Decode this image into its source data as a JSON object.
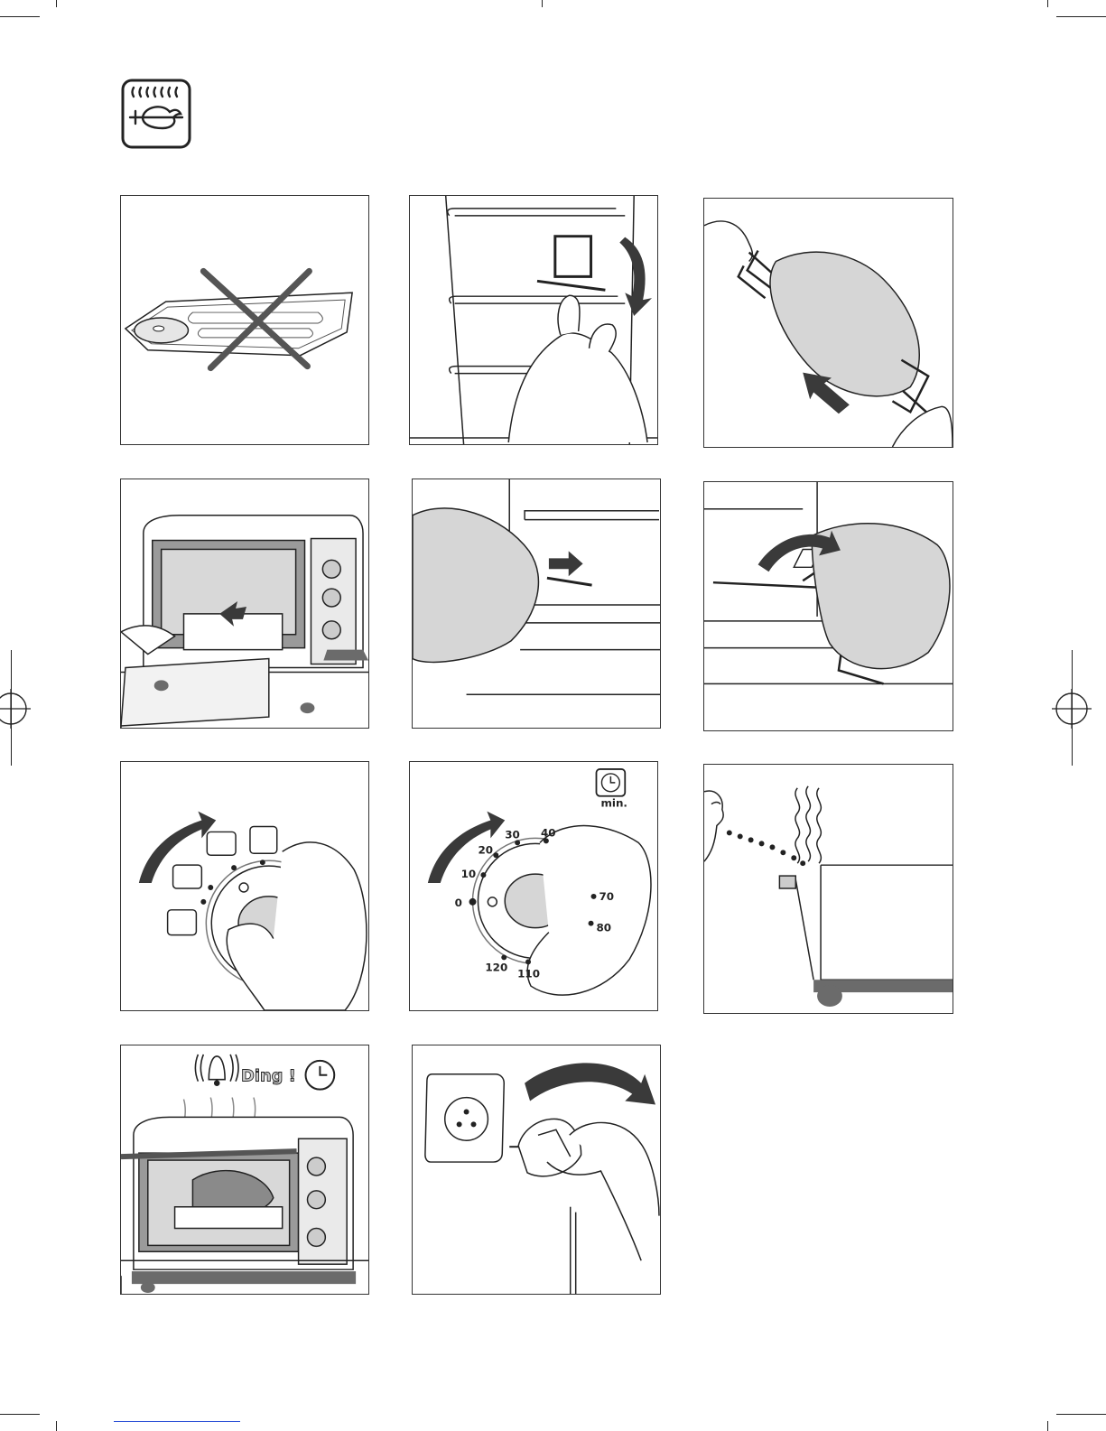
{
  "header": {
    "icon": "rotisserie-grill-icon"
  },
  "timer_panel": {
    "icon": "clock-icon",
    "unit_label": "min.",
    "dial_values": [
      "0",
      "10",
      "20",
      "30",
      "40",
      "70",
      "80",
      "110",
      "120"
    ]
  },
  "ding_panel": {
    "bell_icon": "bell-icon",
    "ding_text": "Ding !",
    "clock_icon": "clock-icon"
  },
  "colors": {
    "line": "#222222",
    "shade": "#cfcfcf",
    "dark_shade": "#6b6b6b",
    "link": "#2a4fd6"
  }
}
